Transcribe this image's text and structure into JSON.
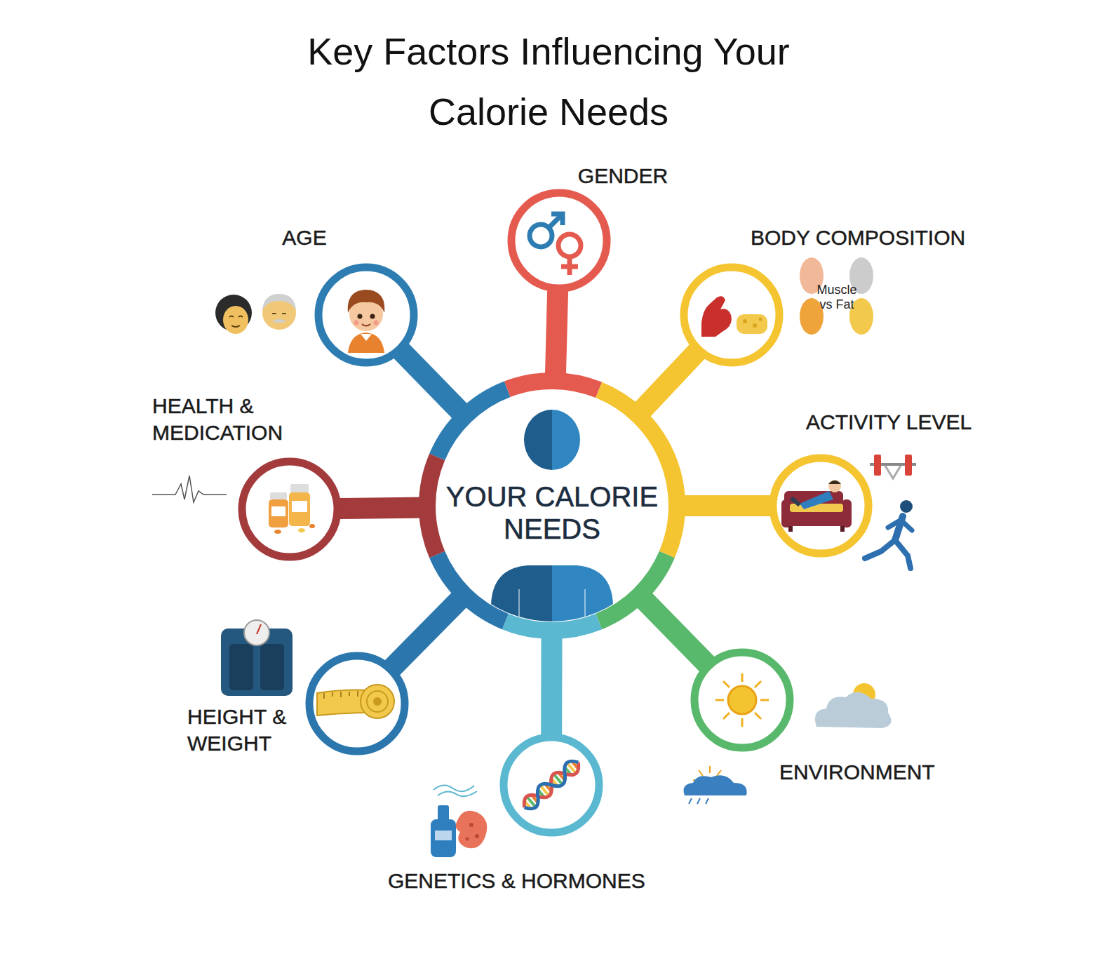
{
  "diagram": {
    "title": "Key Factors Influencing Your Calorie Needs",
    "nodes": [
      {
        "text": [
          "GENDER"
        ]
      },
      {
        "text": [
          "AGE"
        ]
      },
      {
        "text": [
          "BODY COMPOSITION"
        ]
      },
      {
        "text": [
          "HEALTH & MEDICATION"
        ]
      },
      {
        "text": [
          "ACTIVITY LEVEL"
        ]
      },
      {
        "text": [
          "YOUR CALORIE NEEDS"
        ]
      },
      {
        "text": [
          "HEIGHT & WEIGHT"
        ]
      },
      {
        "text": [
          "ENVIRONMENT"
        ]
      },
      {
        "text": [
          "GENETICS & HORMONES"
        ]
      }
    ],
    "edges": [
      {
        "from": 5,
        "to": 0,
        "arrow": "none"
      },
      {
        "from": 5,
        "to": 1,
        "arrow": "none"
      },
      {
        "from": 5,
        "to": 2,
        "arrow": "none"
      },
      {
        "from": 5,
        "to": 3,
        "arrow": "none"
      },
      {
        "from": 5,
        "to": 4,
        "arrow": "none"
      },
      {
        "from": 5,
        "to": 6,
        "arrow": "none"
      },
      {
        "from": 5,
        "to": 7,
        "arrow": "none"
      },
      {
        "from": 5,
        "to": 8,
        "arrow": "none"
      }
    ],
    "labels": [
      "Muscle vs Fat"
    ]
  }
}
